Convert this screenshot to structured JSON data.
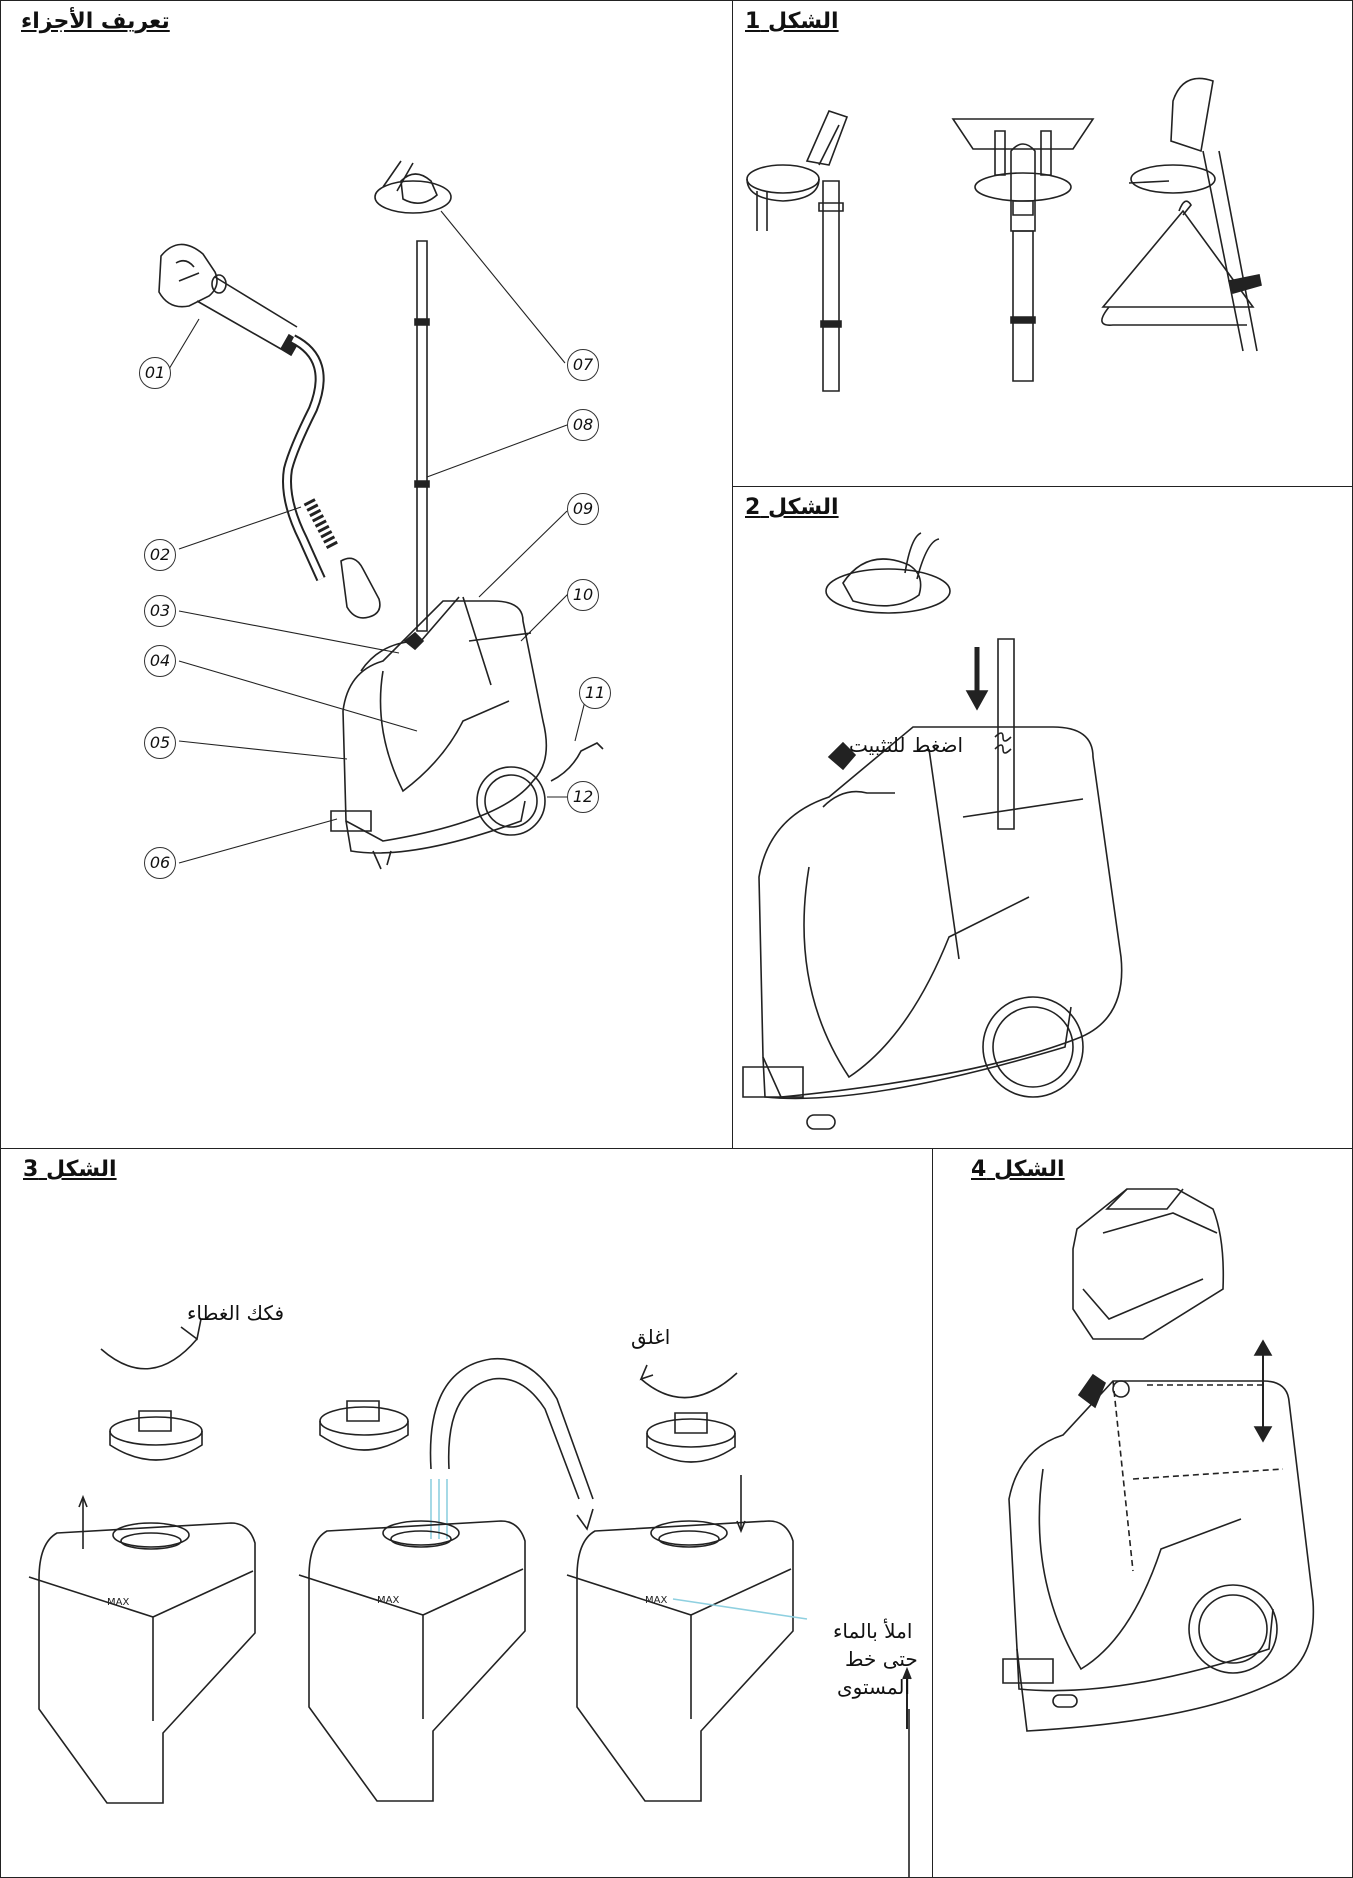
{
  "parts_panel": {
    "title": "تعريف الأجزاء",
    "callouts": [
      "01",
      "02",
      "03",
      "04",
      "05",
      "06",
      "07",
      "08",
      "09",
      "10",
      "11",
      "12"
    ]
  },
  "fig1": {
    "title": "الشكل 1"
  },
  "fig2": {
    "title": "الشكل 2",
    "press_label": "اضغط للتثبيت"
  },
  "fig3": {
    "title": "الشكل 3",
    "unscrew_label": "فكك الغطاء",
    "close_label": "اغلق",
    "fill_label_line1": "املأ بالماء",
    "fill_label_line2": "حتى خط",
    "fill_label_line3": "المستوى",
    "max_mark": "MAX"
  },
  "fig4": {
    "title": "الشكل 4"
  }
}
